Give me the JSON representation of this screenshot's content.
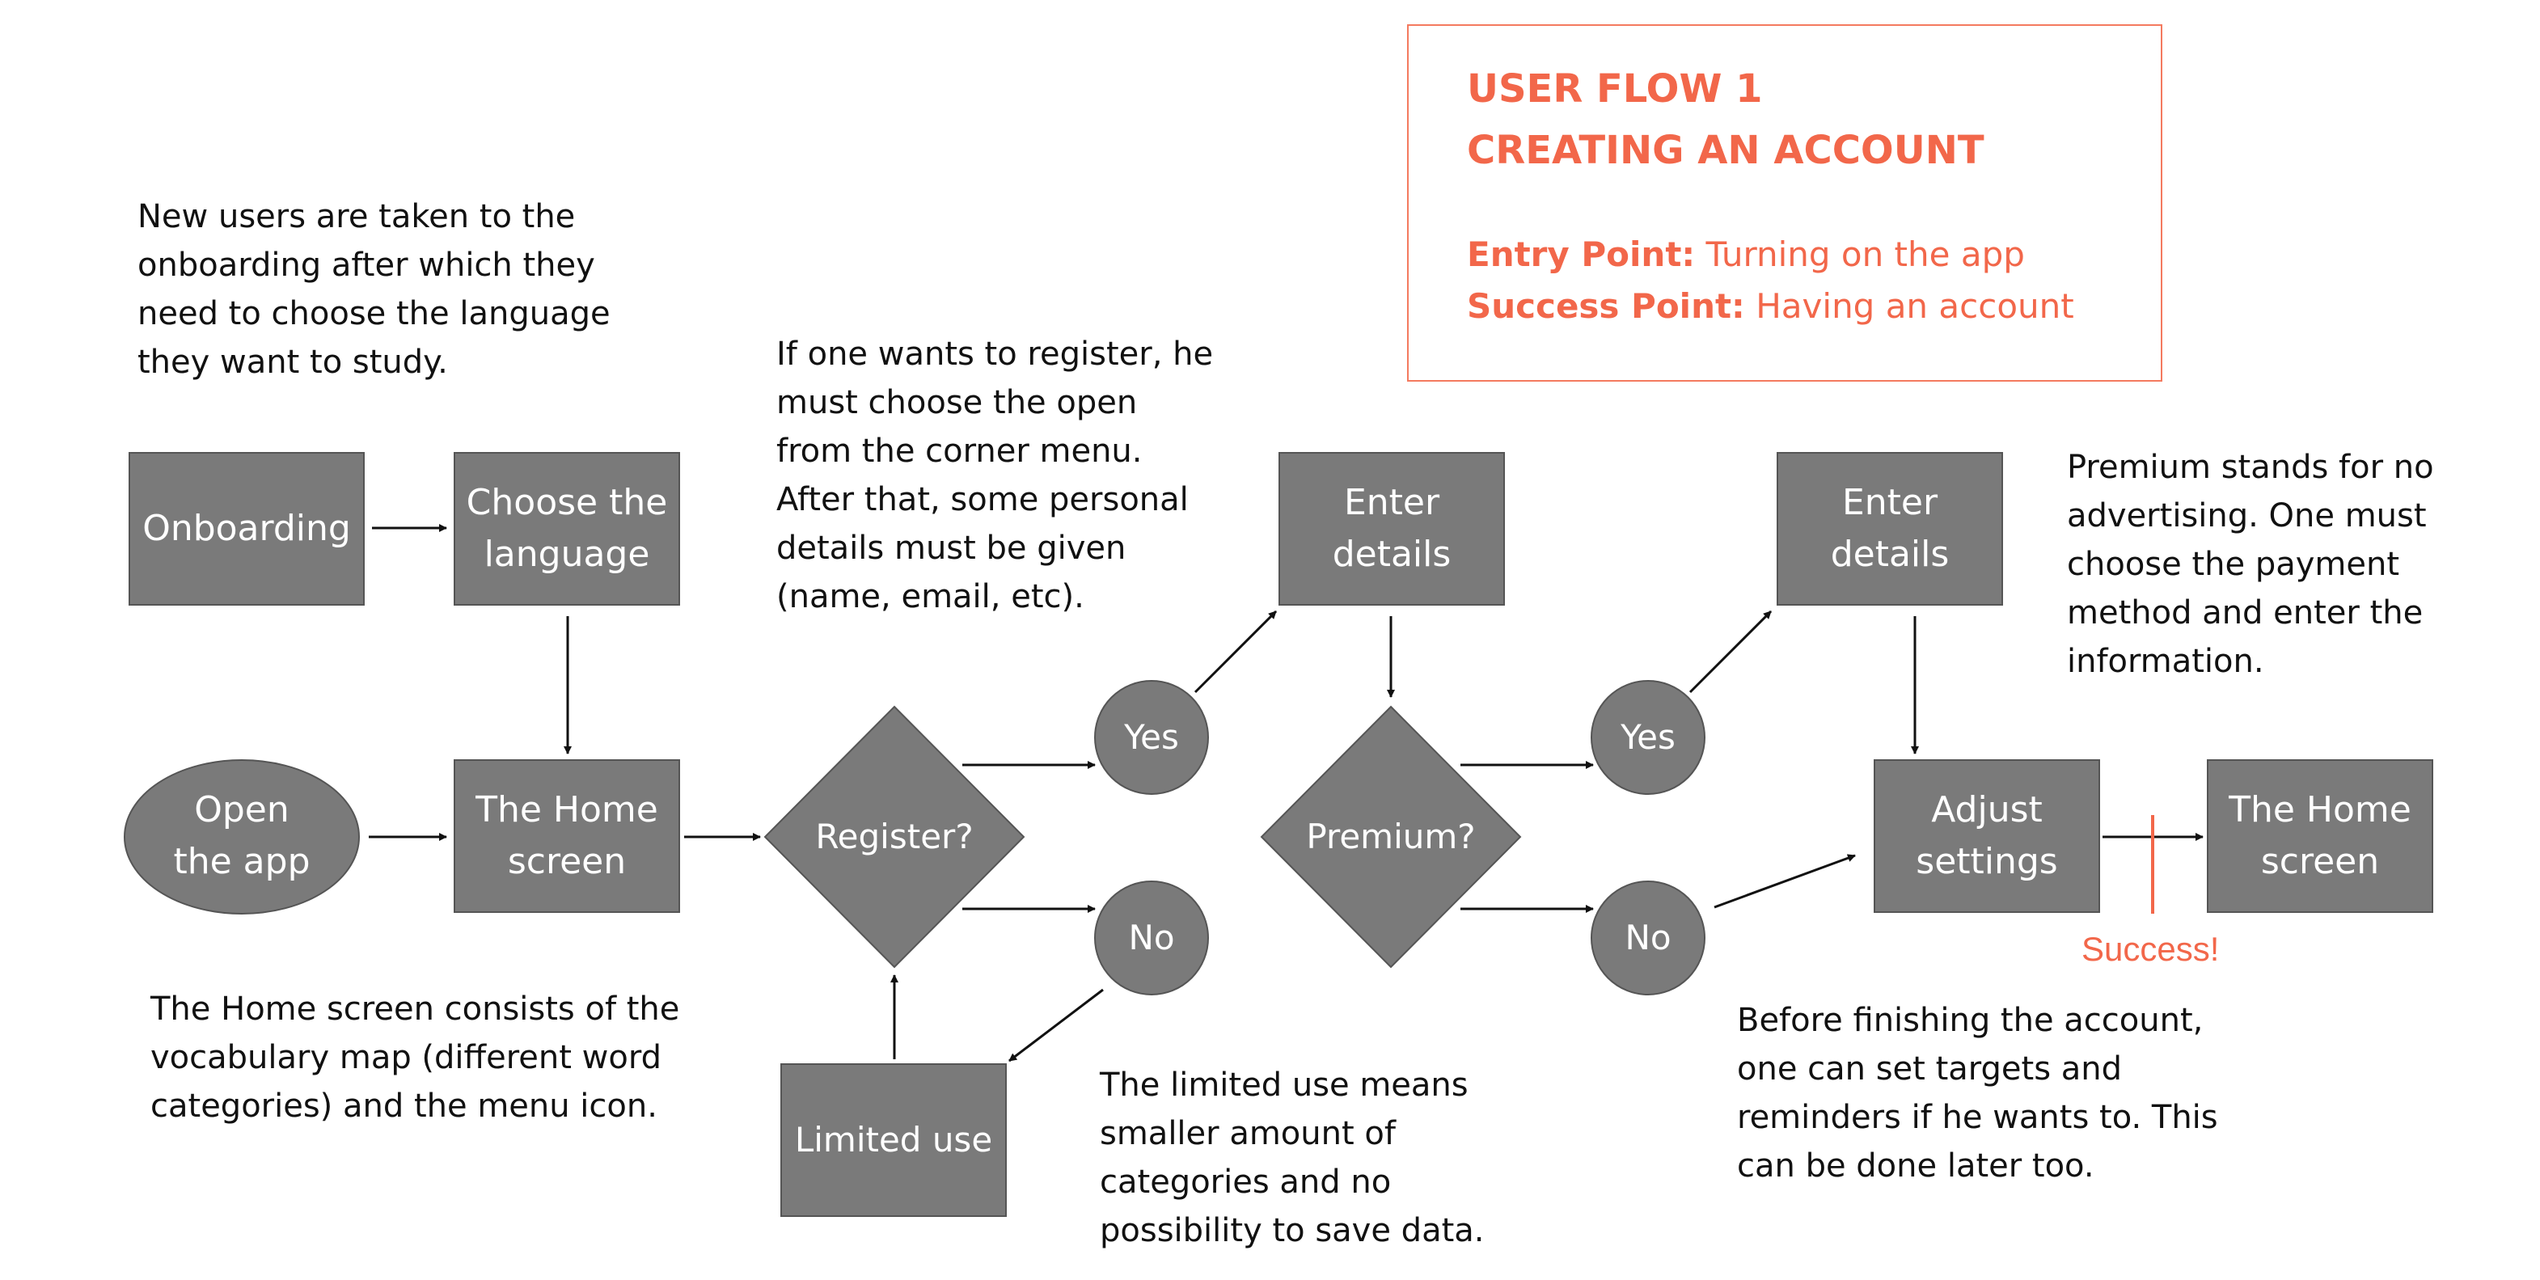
{
  "title": {
    "line1": "USER FLOW 1",
    "line2": "CREATING AN ACCOUNT",
    "entry_label": "Entry Point:",
    "entry_value": "Turning on the app",
    "success_label": "Success Point:",
    "success_value": "Having an account"
  },
  "nodes": {
    "onboarding": {
      "lines": [
        "Onboarding"
      ]
    },
    "choose_language": {
      "lines": [
        "Choose the",
        "language"
      ]
    },
    "open_app": {
      "lines": [
        "Open",
        "the app"
      ]
    },
    "home_screen_1": {
      "lines": [
        "The Home",
        "screen"
      ]
    },
    "register": {
      "lines": [
        "Register?"
      ]
    },
    "register_yes": {
      "lines": [
        "Yes"
      ]
    },
    "register_no": {
      "lines": [
        "No"
      ]
    },
    "limited_use": {
      "lines": [
        "Limited use"
      ]
    },
    "enter_details_1": {
      "lines": [
        "Enter",
        "details"
      ]
    },
    "premium": {
      "lines": [
        "Premium?"
      ]
    },
    "premium_yes": {
      "lines": [
        "Yes"
      ]
    },
    "premium_no": {
      "lines": [
        "No"
      ]
    },
    "enter_details_2": {
      "lines": [
        "Enter",
        "details"
      ]
    },
    "adjust_settings": {
      "lines": [
        "Adjust",
        "settings"
      ]
    },
    "home_screen_2": {
      "lines": [
        "The Home",
        "screen"
      ]
    }
  },
  "success_text": "Success!",
  "notes": {
    "onboarding_note": [
      "New users are taken to the",
      "onboarding after which they",
      "need to choose the language",
      "they want to study."
    ],
    "register_note": [
      "If one wants to register, he",
      "must choose the open",
      "from the corner menu.",
      "After that, some personal",
      "details must be given",
      "(name, email, etc)."
    ],
    "premium_note": [
      "Premium stands for no",
      "advertising. One must",
      "choose the payment",
      "method and enter the",
      "information."
    ],
    "home_note": [
      "The Home screen consists of the",
      "vocabulary map (different word",
      "categories) and the menu icon."
    ],
    "limited_note": [
      "The limited use means",
      "smaller amount of",
      "categories and no",
      "possibility to save data."
    ],
    "settings_note": [
      "Before finishing the account,",
      "one can set targets and",
      "reminders if he wants to. This",
      "can be done later too."
    ]
  },
  "colors": {
    "node_fill": "#7a7a7a",
    "node_stroke": "#555555",
    "node_text": "#ffffff",
    "accent": "#f2674a",
    "arrow": "#111111"
  }
}
